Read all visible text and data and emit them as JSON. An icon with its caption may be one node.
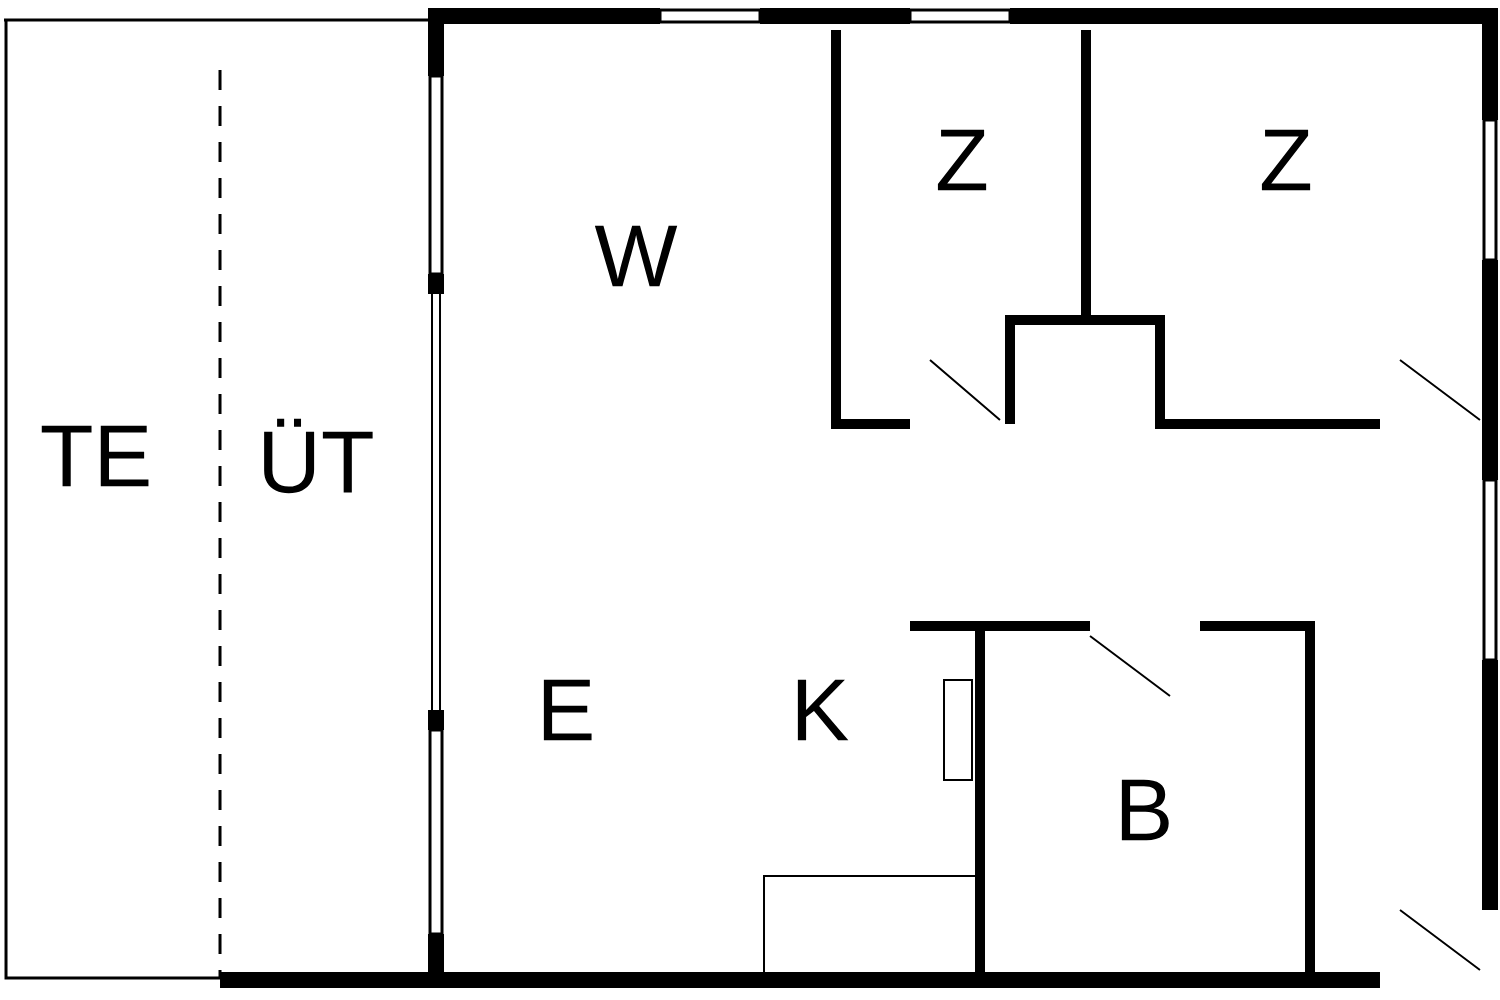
{
  "diagram": {
    "labels": [
      "TE",
      "ÜT",
      "W",
      "Z",
      "Z",
      "E",
      "K",
      "B"
    ]
  }
}
